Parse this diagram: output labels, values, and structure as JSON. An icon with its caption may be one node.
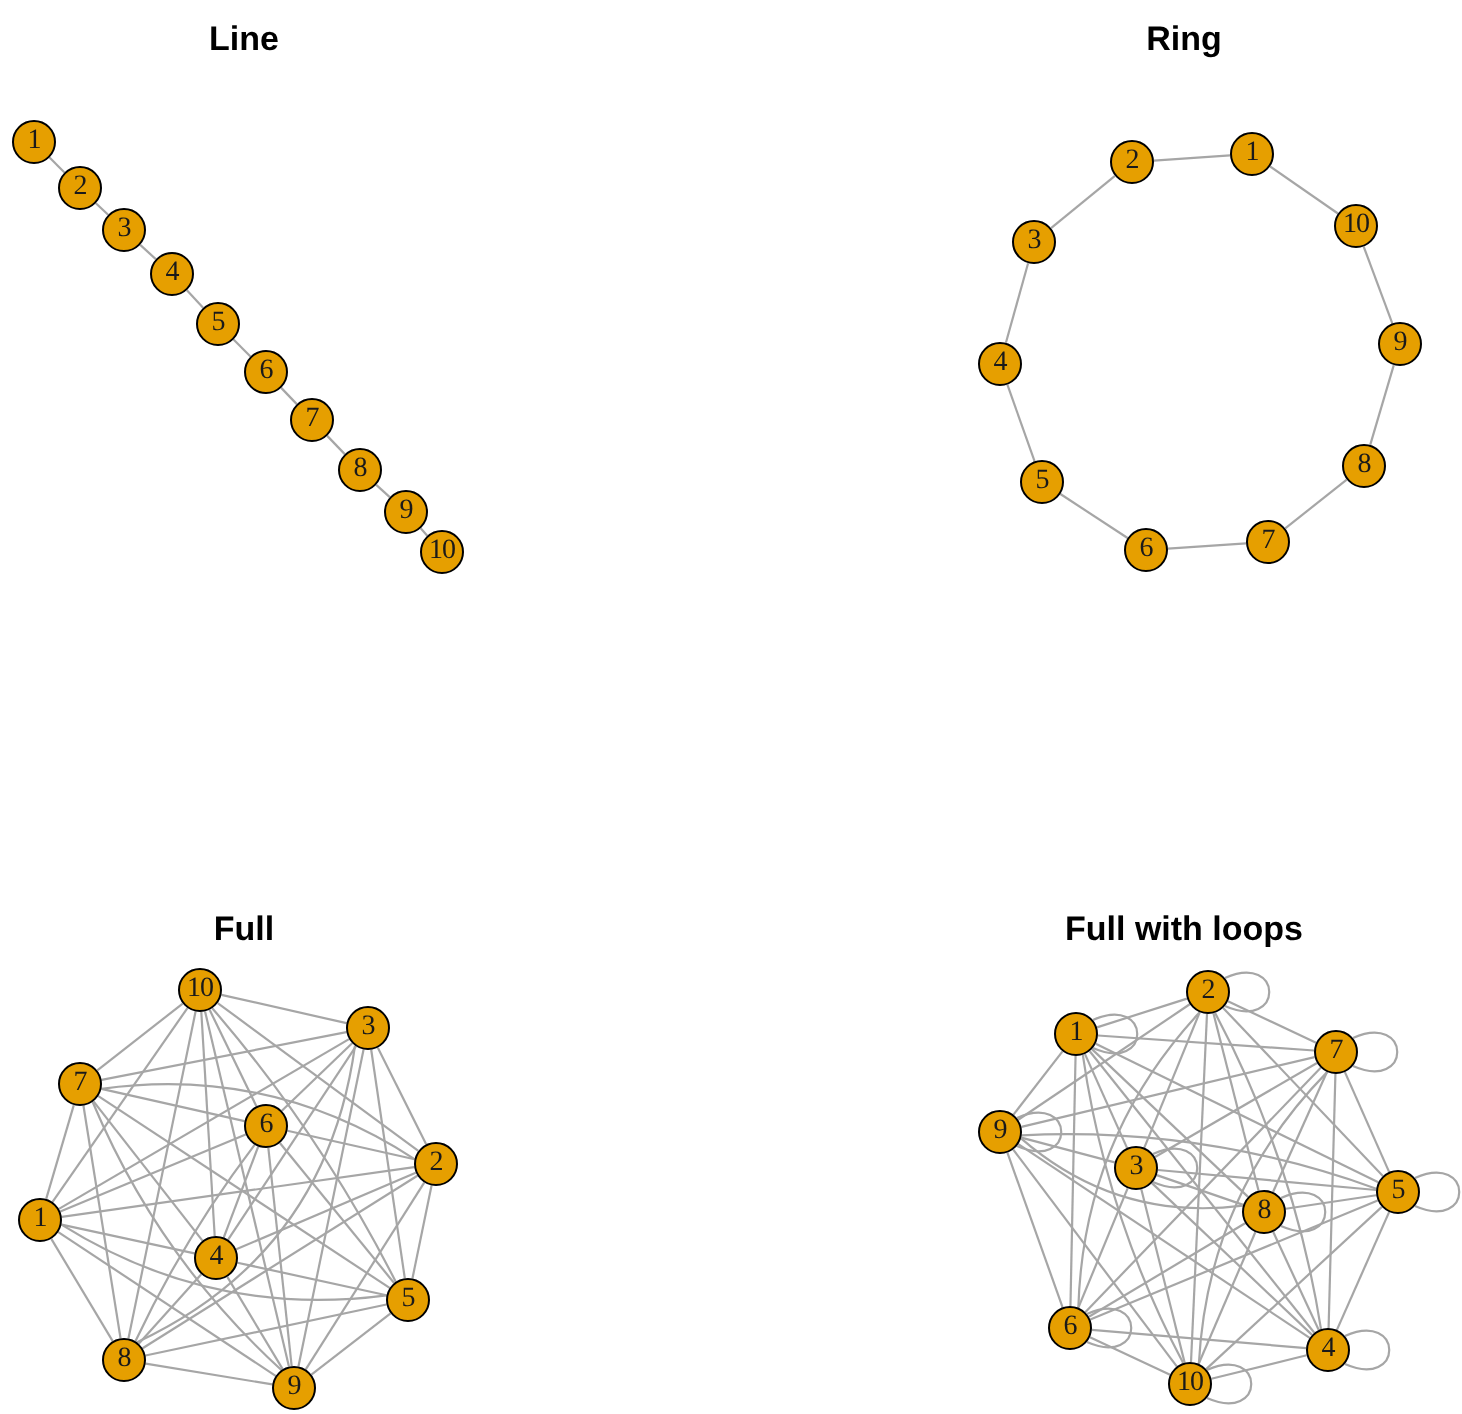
{
  "diagram": {
    "nodes": [
      {
        "text": [
          "1"
        ]
      },
      {
        "text": [
          "2"
        ]
      },
      {
        "text": [
          "3"
        ]
      },
      {
        "text": [
          "4"
        ]
      },
      {
        "text": [
          "5"
        ]
      },
      {
        "text": [
          "6"
        ]
      },
      {
        "text": [
          "7"
        ]
      },
      {
        "text": [
          "8"
        ]
      },
      {
        "text": [
          "9"
        ]
      },
      {
        "text": [
          "10"
        ]
      },
      {
        "text": [
          "1"
        ]
      },
      {
        "text": [
          "2"
        ]
      },
      {
        "text": [
          "3"
        ]
      },
      {
        "text": [
          "4"
        ]
      },
      {
        "text": [
          "5"
        ]
      },
      {
        "text": [
          "6"
        ]
      },
      {
        "text": [
          "7"
        ]
      },
      {
        "text": [
          "8"
        ]
      },
      {
        "text": [
          "9"
        ]
      },
      {
        "text": [
          "10"
        ]
      },
      {
        "text": [
          "1"
        ]
      },
      {
        "text": [
          "2"
        ]
      },
      {
        "text": [
          "3"
        ]
      },
      {
        "text": [
          "4"
        ]
      },
      {
        "text": [
          "5"
        ]
      },
      {
        "text": [
          "6"
        ]
      },
      {
        "text": [
          "7"
        ]
      },
      {
        "text": [
          "8"
        ]
      },
      {
        "text": [
          "9"
        ]
      },
      {
        "text": [
          "10"
        ]
      },
      {
        "text": [
          "1"
        ]
      },
      {
        "text": [
          "2"
        ]
      },
      {
        "text": [
          "3"
        ]
      },
      {
        "text": [
          "4"
        ]
      },
      {
        "text": [
          "5"
        ]
      },
      {
        "text": [
          "6"
        ]
      },
      {
        "text": [
          "7"
        ]
      },
      {
        "text": [
          "8"
        ]
      },
      {
        "text": [
          "9"
        ]
      },
      {
        "text": [
          "10"
        ]
      }
    ],
    "edges": [
      {
        "from": 0,
        "to": 1,
        "arrow": "none"
      },
      {
        "from": 1,
        "to": 2,
        "arrow": "none"
      },
      {
        "from": 2,
        "to": 3,
        "arrow": "none"
      },
      {
        "from": 3,
        "to": 4,
        "arrow": "none"
      },
      {
        "from": 4,
        "to": 5,
        "arrow": "none"
      },
      {
        "from": 5,
        "to": 6,
        "arrow": "none"
      },
      {
        "from": 6,
        "to": 7,
        "arrow": "none"
      },
      {
        "from": 7,
        "to": 8,
        "arrow": "none"
      },
      {
        "from": 8,
        "to": 9,
        "arrow": "none"
      },
      {
        "from": 10,
        "to": 11,
        "arrow": "none"
      },
      {
        "from": 11,
        "to": 12,
        "arrow": "none"
      },
      {
        "from": 12,
        "to": 13,
        "arrow": "none"
      },
      {
        "from": 13,
        "to": 14,
        "arrow": "none"
      },
      {
        "from": 14,
        "to": 15,
        "arrow": "none"
      },
      {
        "from": 15,
        "to": 16,
        "arrow": "none"
      },
      {
        "from": 16,
        "to": 17,
        "arrow": "none"
      },
      {
        "from": 17,
        "to": 18,
        "arrow": "none"
      },
      {
        "from": 18,
        "to": 19,
        "arrow": "none"
      },
      {
        "from": 19,
        "to": 10,
        "arrow": "none"
      },
      {
        "from": 20,
        "to": 21,
        "arrow": "none"
      },
      {
        "from": 20,
        "to": 22,
        "arrow": "none"
      },
      {
        "from": 20,
        "to": 23,
        "arrow": "none"
      },
      {
        "from": 20,
        "to": 24,
        "arrow": "none"
      },
      {
        "from": 20,
        "to": 25,
        "arrow": "none"
      },
      {
        "from": 20,
        "to": 26,
        "arrow": "none"
      },
      {
        "from": 20,
        "to": 27,
        "arrow": "none"
      },
      {
        "from": 20,
        "to": 28,
        "arrow": "none"
      },
      {
        "from": 20,
        "to": 29,
        "arrow": "none"
      },
      {
        "from": 21,
        "to": 22,
        "arrow": "none"
      },
      {
        "from": 21,
        "to": 23,
        "arrow": "none"
      },
      {
        "from": 21,
        "to": 24,
        "arrow": "none"
      },
      {
        "from": 21,
        "to": 25,
        "arrow": "none"
      },
      {
        "from": 21,
        "to": 26,
        "arrow": "none"
      },
      {
        "from": 21,
        "to": 27,
        "arrow": "none"
      },
      {
        "from": 21,
        "to": 28,
        "arrow": "none"
      },
      {
        "from": 21,
        "to": 29,
        "arrow": "none"
      },
      {
        "from": 22,
        "to": 23,
        "arrow": "none"
      },
      {
        "from": 22,
        "to": 24,
        "arrow": "none"
      },
      {
        "from": 22,
        "to": 25,
        "arrow": "none"
      },
      {
        "from": 22,
        "to": 26,
        "arrow": "none"
      },
      {
        "from": 22,
        "to": 27,
        "arrow": "none"
      },
      {
        "from": 22,
        "to": 28,
        "arrow": "none"
      },
      {
        "from": 22,
        "to": 29,
        "arrow": "none"
      },
      {
        "from": 23,
        "to": 24,
        "arrow": "none"
      },
      {
        "from": 23,
        "to": 25,
        "arrow": "none"
      },
      {
        "from": 23,
        "to": 26,
        "arrow": "none"
      },
      {
        "from": 23,
        "to": 27,
        "arrow": "none"
      },
      {
        "from": 23,
        "to": 28,
        "arrow": "none"
      },
      {
        "from": 23,
        "to": 29,
        "arrow": "none"
      },
      {
        "from": 24,
        "to": 25,
        "arrow": "none"
      },
      {
        "from": 24,
        "to": 26,
        "arrow": "none"
      },
      {
        "from": 24,
        "to": 27,
        "arrow": "none"
      },
      {
        "from": 24,
        "to": 28,
        "arrow": "none"
      },
      {
        "from": 24,
        "to": 29,
        "arrow": "none"
      },
      {
        "from": 25,
        "to": 26,
        "arrow": "none"
      },
      {
        "from": 25,
        "to": 27,
        "arrow": "none"
      },
      {
        "from": 25,
        "to": 28,
        "arrow": "none"
      },
      {
        "from": 25,
        "to": 29,
        "arrow": "none"
      },
      {
        "from": 26,
        "to": 27,
        "arrow": "none"
      },
      {
        "from": 26,
        "to": 28,
        "arrow": "none"
      },
      {
        "from": 26,
        "to": 29,
        "arrow": "none"
      },
      {
        "from": 27,
        "to": 28,
        "arrow": "none"
      },
      {
        "from": 27,
        "to": 29,
        "arrow": "none"
      },
      {
        "from": 28,
        "to": 29,
        "arrow": "none"
      },
      {
        "from": 30,
        "to": 31,
        "arrow": "none"
      },
      {
        "from": 30,
        "to": 32,
        "arrow": "none"
      },
      {
        "from": 30,
        "to": 33,
        "arrow": "none"
      },
      {
        "from": 30,
        "to": 34,
        "arrow": "none"
      },
      {
        "from": 30,
        "to": 35,
        "arrow": "none"
      },
      {
        "from": 30,
        "to": 36,
        "arrow": "none"
      },
      {
        "from": 30,
        "to": 37,
        "arrow": "none"
      },
      {
        "from": 30,
        "to": 38,
        "arrow": "none"
      },
      {
        "from": 30,
        "to": 39,
        "arrow": "none"
      },
      {
        "from": 31,
        "to": 32,
        "arrow": "none"
      },
      {
        "from": 31,
        "to": 33,
        "arrow": "none"
      },
      {
        "from": 31,
        "to": 34,
        "arrow": "none"
      },
      {
        "from": 31,
        "to": 35,
        "arrow": "none"
      },
      {
        "from": 31,
        "to": 36,
        "arrow": "none"
      },
      {
        "from": 31,
        "to": 37,
        "arrow": "none"
      },
      {
        "from": 31,
        "to": 38,
        "arrow": "none"
      },
      {
        "from": 31,
        "to": 39,
        "arrow": "none"
      },
      {
        "from": 32,
        "to": 33,
        "arrow": "none"
      },
      {
        "from": 32,
        "to": 34,
        "arrow": "none"
      },
      {
        "from": 32,
        "to": 35,
        "arrow": "none"
      },
      {
        "from": 32,
        "to": 36,
        "arrow": "none"
      },
      {
        "from": 32,
        "to": 37,
        "arrow": "none"
      },
      {
        "from": 32,
        "to": 38,
        "arrow": "none"
      },
      {
        "from": 32,
        "to": 39,
        "arrow": "none"
      },
      {
        "from": 33,
        "to": 34,
        "arrow": "none"
      },
      {
        "from": 33,
        "to": 35,
        "arrow": "none"
      },
      {
        "from": 33,
        "to": 36,
        "arrow": "none"
      },
      {
        "from": 33,
        "to": 37,
        "arrow": "none"
      },
      {
        "from": 33,
        "to": 38,
        "arrow": "none"
      },
      {
        "from": 33,
        "to": 39,
        "arrow": "none"
      },
      {
        "from": 34,
        "to": 35,
        "arrow": "none"
      },
      {
        "from": 34,
        "to": 36,
        "arrow": "none"
      },
      {
        "from": 34,
        "to": 37,
        "arrow": "none"
      },
      {
        "from": 34,
        "to": 38,
        "arrow": "none"
      },
      {
        "from": 34,
        "to": 39,
        "arrow": "none"
      },
      {
        "from": 35,
        "to": 36,
        "arrow": "none"
      },
      {
        "from": 35,
        "to": 37,
        "arrow": "none"
      },
      {
        "from": 35,
        "to": 38,
        "arrow": "none"
      },
      {
        "from": 35,
        "to": 39,
        "arrow": "none"
      },
      {
        "from": 36,
        "to": 37,
        "arrow": "none"
      },
      {
        "from": 36,
        "to": 38,
        "arrow": "none"
      },
      {
        "from": 36,
        "to": 39,
        "arrow": "none"
      },
      {
        "from": 37,
        "to": 38,
        "arrow": "none"
      },
      {
        "from": 37,
        "to": 39,
        "arrow": "none"
      },
      {
        "from": 38,
        "to": 39,
        "arrow": "none"
      },
      {
        "from": 30,
        "to": 30,
        "arrow": "none"
      },
      {
        "from": 31,
        "to": 31,
        "arrow": "none"
      },
      {
        "from": 32,
        "to": 32,
        "arrow": "none"
      },
      {
        "from": 33,
        "to": 33,
        "arrow": "none"
      },
      {
        "from": 34,
        "to": 34,
        "arrow": "none"
      },
      {
        "from": 35,
        "to": 35,
        "arrow": "none"
      },
      {
        "from": 36,
        "to": 36,
        "arrow": "none"
      },
      {
        "from": 37,
        "to": 37,
        "arrow": "none"
      },
      {
        "from": 38,
        "to": 38,
        "arrow": "none"
      },
      {
        "from": 39,
        "to": 39,
        "arrow": "none"
      }
    ],
    "labels": [
      "Line",
      "Ring",
      "Full",
      "Full with loops"
    ]
  }
}
